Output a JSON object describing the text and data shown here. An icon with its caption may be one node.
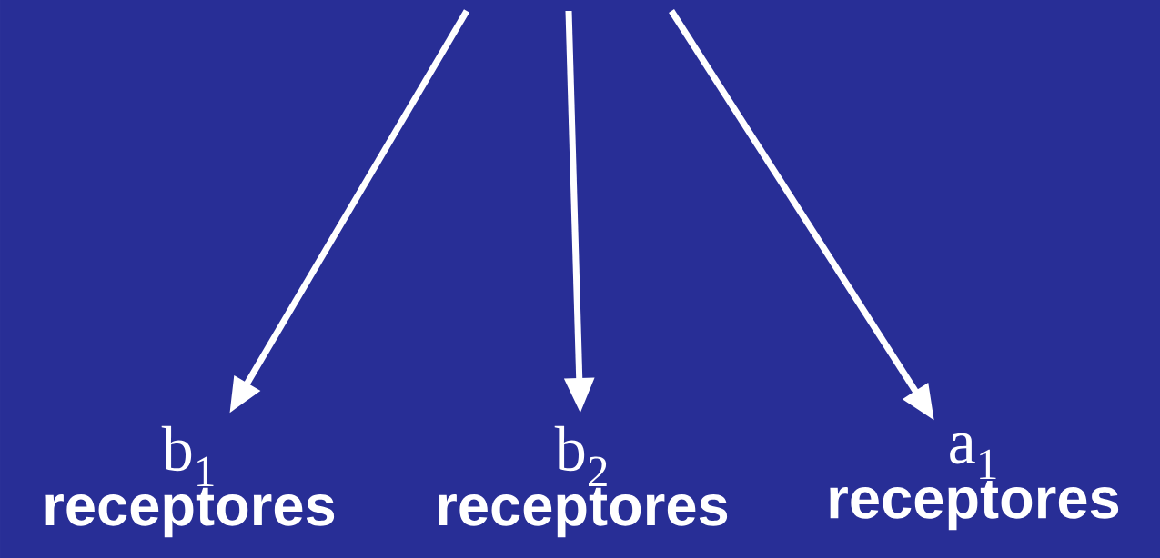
{
  "diagram": {
    "nodes": [
      {
        "text": [
          "b$_{1}$",
          "receptores"
        ]
      },
      {
        "text": [
          "b$_{2}$",
          "receptores"
        ]
      },
      {
        "text": [
          "a$_{1}$",
          "receptores"
        ]
      }
    ],
    "edges": [
      {
        "from": null,
        "to": 0,
        "arrow": "to"
      },
      {
        "from": null,
        "to": 1,
        "arrow": "to"
      },
      {
        "from": null,
        "to": 2,
        "arrow": "to"
      }
    ]
  }
}
